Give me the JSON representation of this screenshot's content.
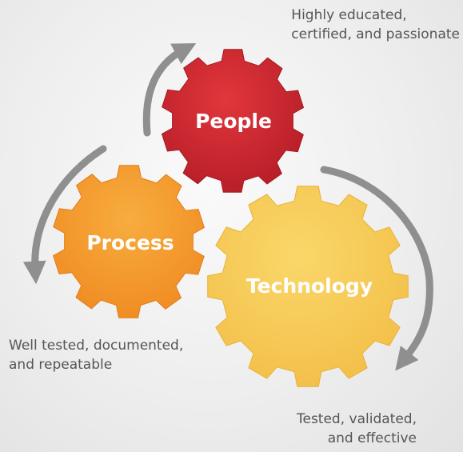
{
  "gears": {
    "people": {
      "label": "People",
      "color": "#c8252d"
    },
    "process": {
      "label": "Process",
      "color": "#f29a2e"
    },
    "technology": {
      "label": "Technology",
      "color": "#f5c84f"
    }
  },
  "captions": {
    "people": {
      "line1": "Highly educated,",
      "line2": "certified, and passionate"
    },
    "process": {
      "line1": "Well tested, documented,",
      "line2": "and repeatable"
    },
    "technology": {
      "line1": "Tested, validated,",
      "line2": "and effective"
    }
  },
  "arrow_color": "#8f8f8f"
}
